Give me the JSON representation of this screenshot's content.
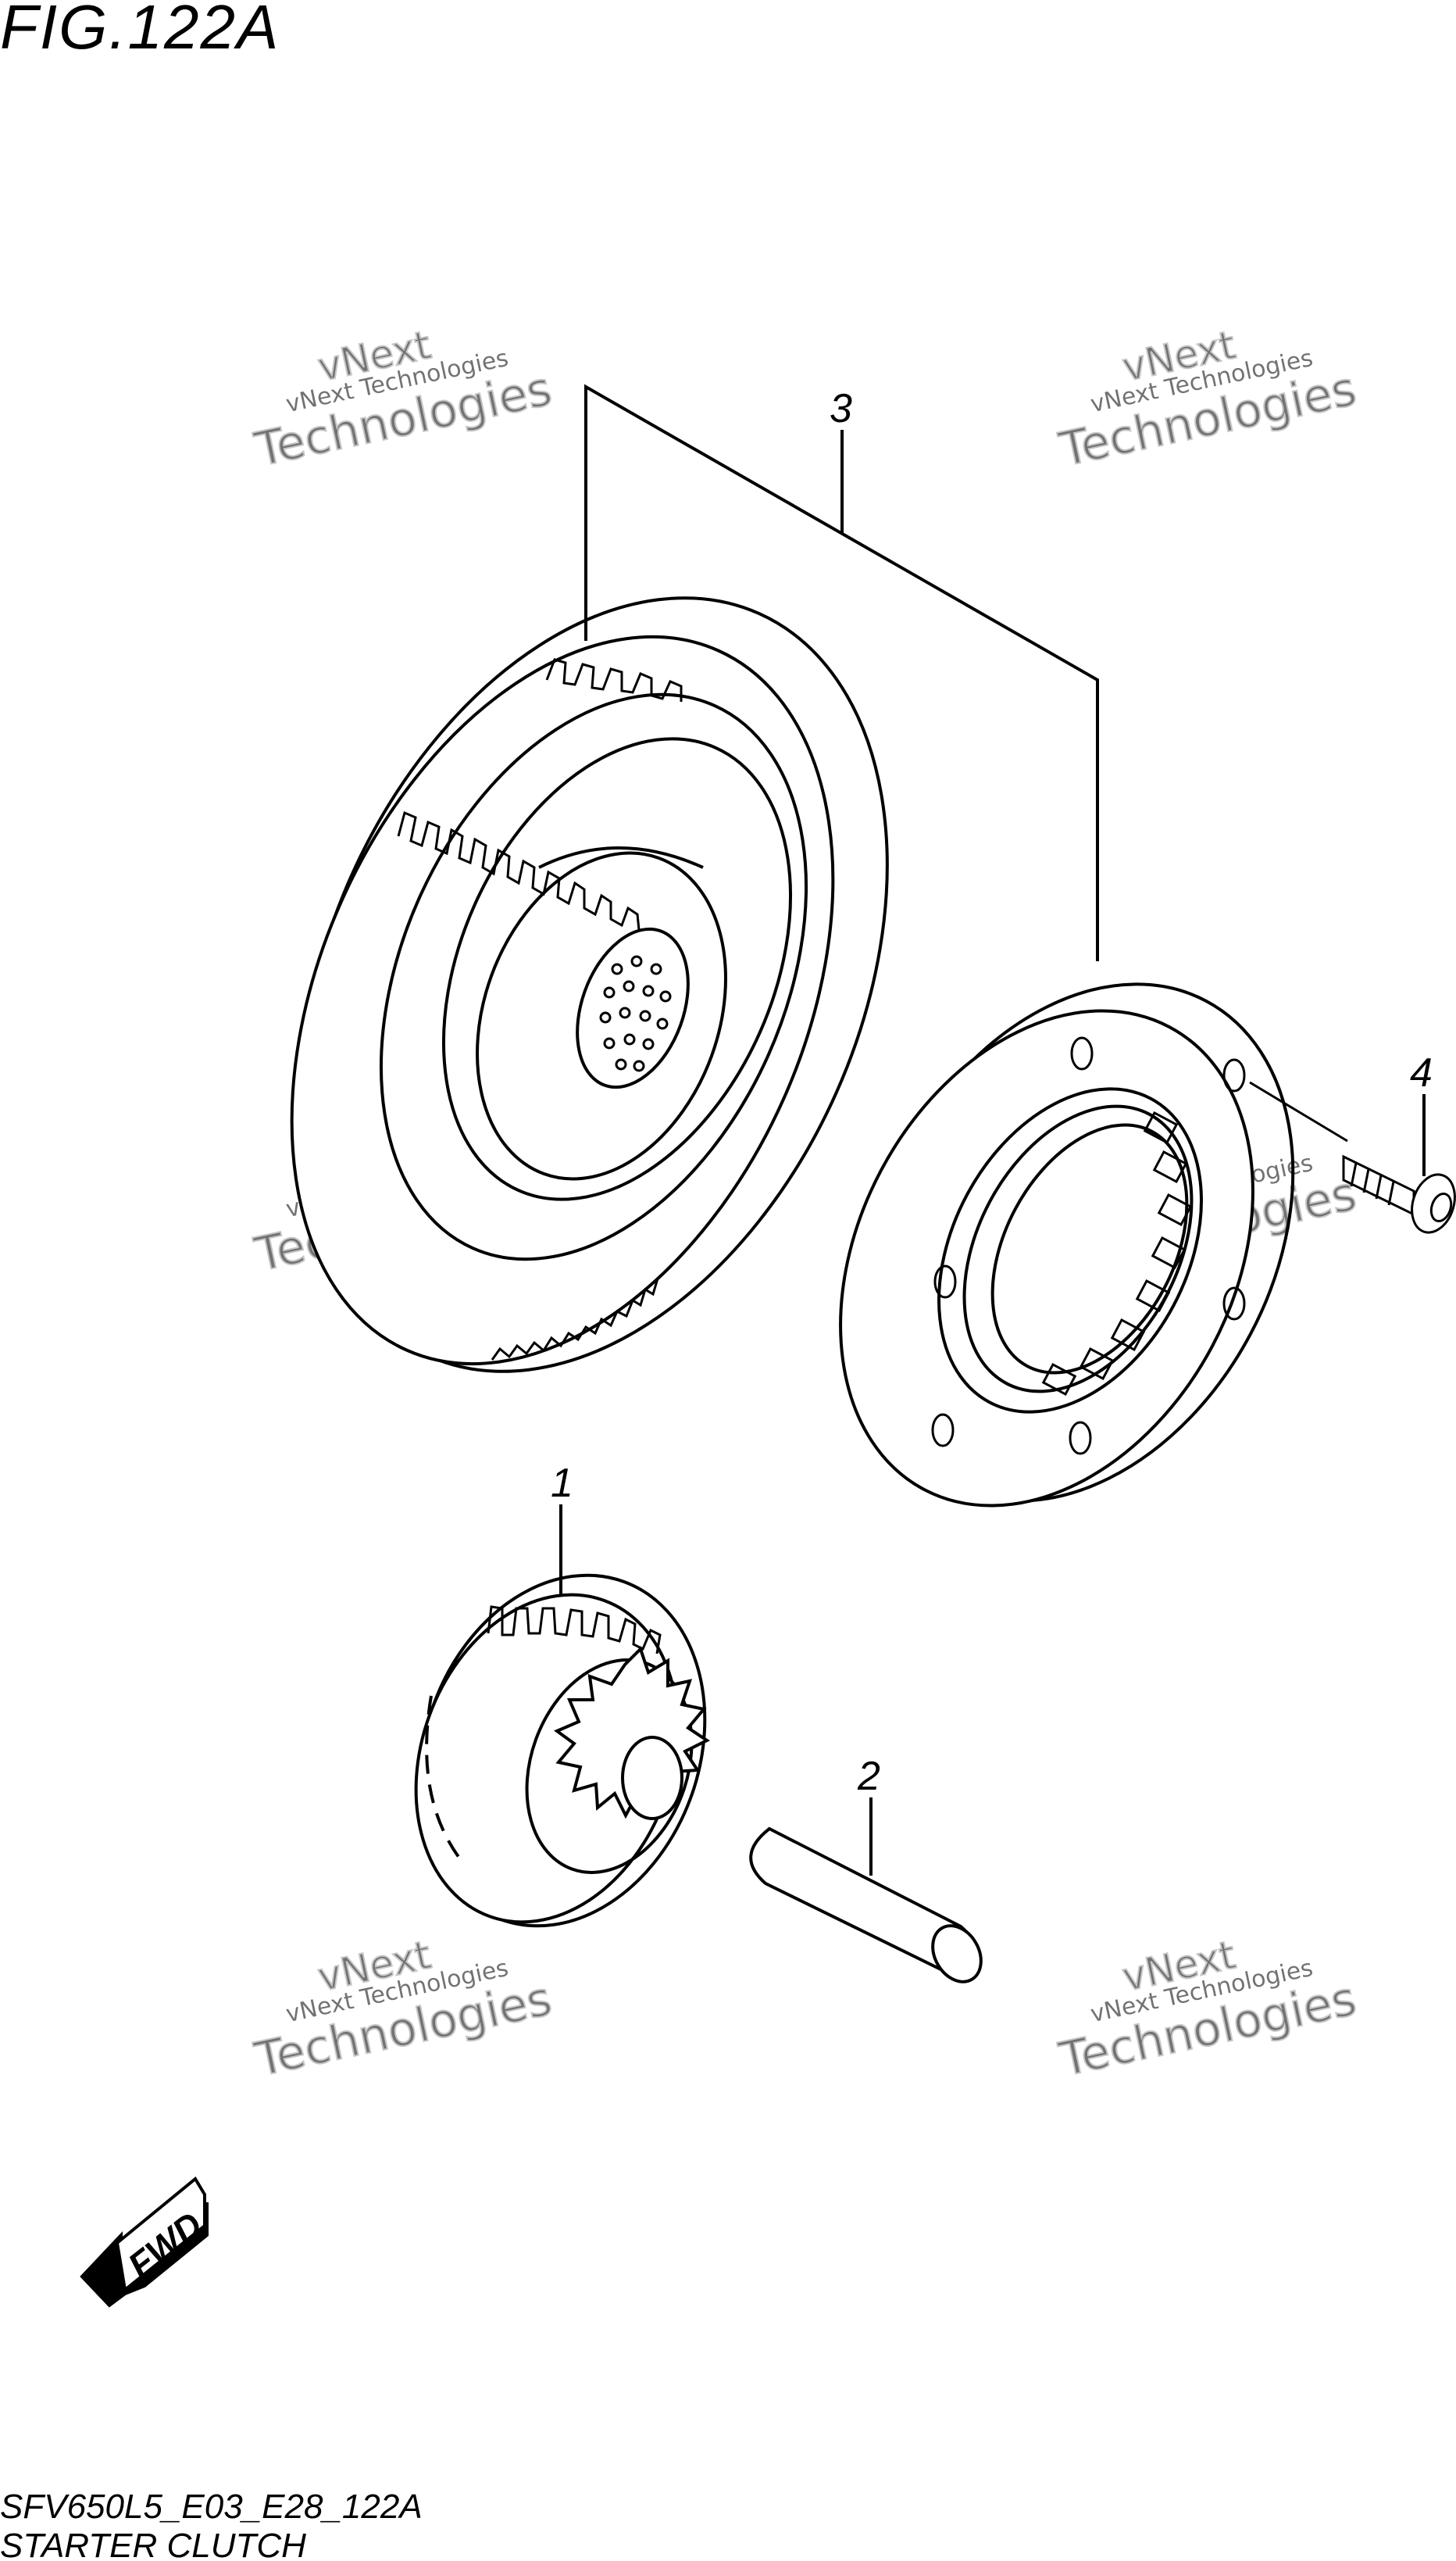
{
  "figure": {
    "title": "FIG.122A",
    "code": "SFV650L5_E03_E28_122A",
    "name": "STARTER CLUTCH"
  },
  "callouts": [
    "3",
    "4",
    "1",
    "2"
  ],
  "fwd_label": "FWD",
  "watermark": {
    "line1": "vNext Technologies",
    "line2": "vNext",
    "line3": "Technologies"
  }
}
